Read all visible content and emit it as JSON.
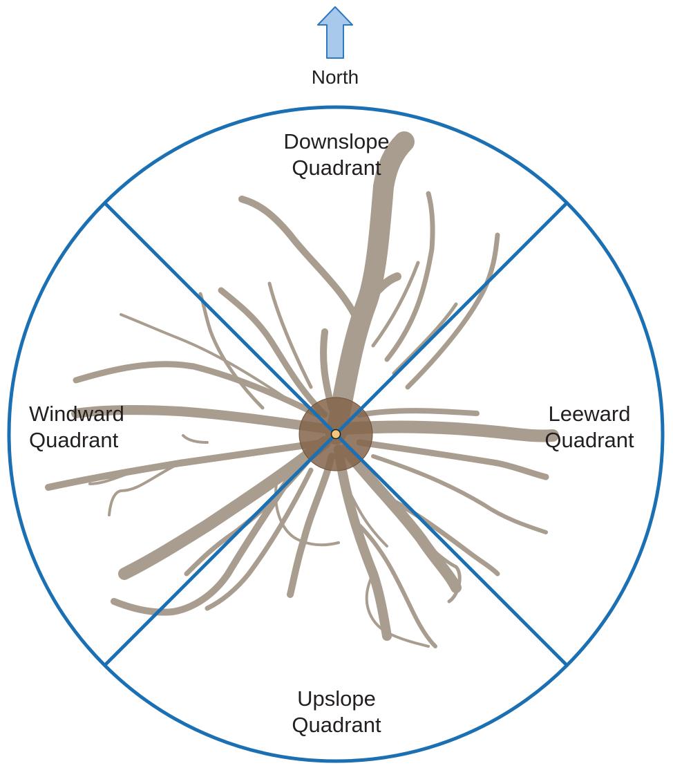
{
  "compass": {
    "label": "North"
  },
  "quadrants": {
    "top": {
      "line1": "Downslope",
      "line2": "Quadrant"
    },
    "left": {
      "line1": "Windward",
      "line2": "Quadrant"
    },
    "right": {
      "line1": "Leeward",
      "line2": "Quadrant"
    },
    "bottom": {
      "line1": "Upslope",
      "line2": "Quadrant"
    }
  },
  "colors": {
    "circle": "#1b6fb3",
    "roots": "#a89d8e",
    "trunk": "#84654b",
    "center_dot": "#f3c67c",
    "arrow_fill": "#a8c8ec",
    "arrow_stroke": "#2d78bf"
  }
}
